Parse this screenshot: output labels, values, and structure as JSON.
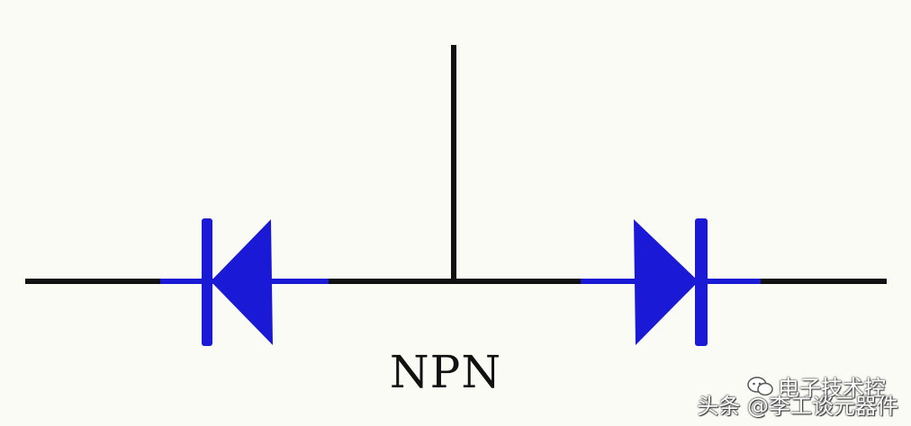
{
  "diagram": {
    "label": "NPN",
    "colors": {
      "wire": "#111111",
      "diode": "#1a1ad6",
      "background": "#fbfbf6"
    }
  },
  "watermark": {
    "line1": "电子技术控",
    "line2": "头条 @李工谈元器件",
    "icon": "wechat-icon"
  }
}
